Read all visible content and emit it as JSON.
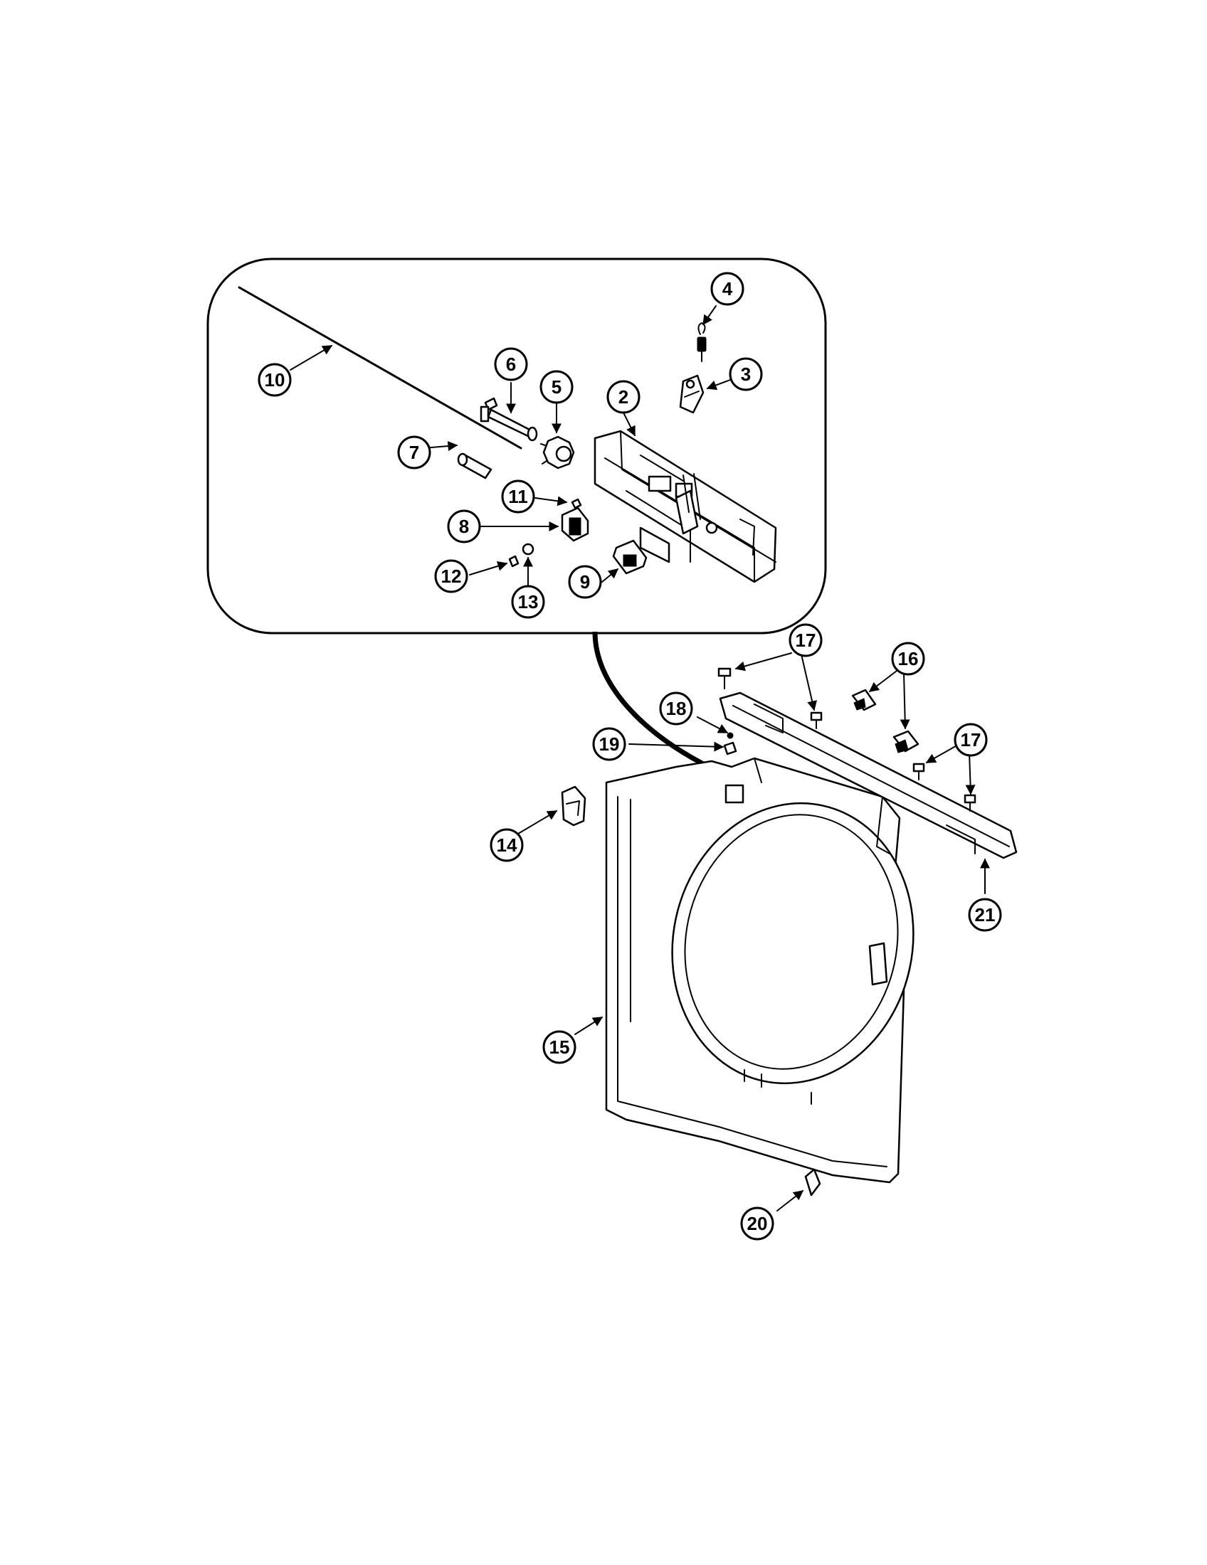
{
  "diagram": {
    "callouts": [
      {
        "id": "c2",
        "label": "2"
      },
      {
        "id": "c3",
        "label": "3"
      },
      {
        "id": "c4",
        "label": "4"
      },
      {
        "id": "c5",
        "label": "5"
      },
      {
        "id": "c6",
        "label": "6"
      },
      {
        "id": "c7",
        "label": "7"
      },
      {
        "id": "c8",
        "label": "8"
      },
      {
        "id": "c9",
        "label": "9"
      },
      {
        "id": "c10",
        "label": "10"
      },
      {
        "id": "c11",
        "label": "11"
      },
      {
        "id": "c12",
        "label": "12"
      },
      {
        "id": "c13",
        "label": "13"
      },
      {
        "id": "c14",
        "label": "14"
      },
      {
        "id": "c15",
        "label": "15"
      },
      {
        "id": "c16",
        "label": "16"
      },
      {
        "id": "c17a",
        "label": "17"
      },
      {
        "id": "c17b",
        "label": "17"
      },
      {
        "id": "c18",
        "label": "18"
      },
      {
        "id": "c19",
        "label": "19"
      },
      {
        "id": "c20",
        "label": "20"
      },
      {
        "id": "c21",
        "label": "21"
      }
    ]
  }
}
